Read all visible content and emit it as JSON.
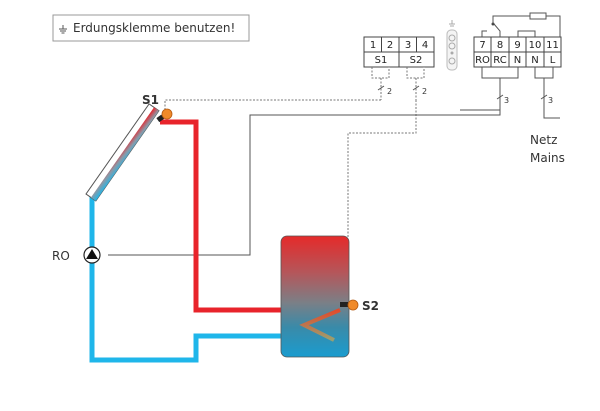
{
  "notice": {
    "icon": "ground-icon",
    "text": "Erdungsklemme benutzen!"
  },
  "terminal_block_sensors": {
    "numbers": [
      "1",
      "2",
      "3",
      "4"
    ],
    "labels": [
      "S1",
      "S2"
    ],
    "cable_cores": [
      "2",
      "2"
    ]
  },
  "terminal_block_power": {
    "numbers": [
      "7",
      "8",
      "9",
      "10",
      "11"
    ],
    "labels": [
      "RO",
      "RC",
      "N",
      "N",
      "L"
    ],
    "cable_cores": [
      "3",
      "3"
    ]
  },
  "mains": {
    "line1": "Netz",
    "line2": "Mains"
  },
  "components": {
    "collector_sensor": "S1",
    "pump": "RO",
    "tank_sensor": "S2"
  },
  "colors": {
    "hot": "#e8242b",
    "cold": "#1fb6ea",
    "sensor": "#f08a2a",
    "wire": "#555555"
  }
}
